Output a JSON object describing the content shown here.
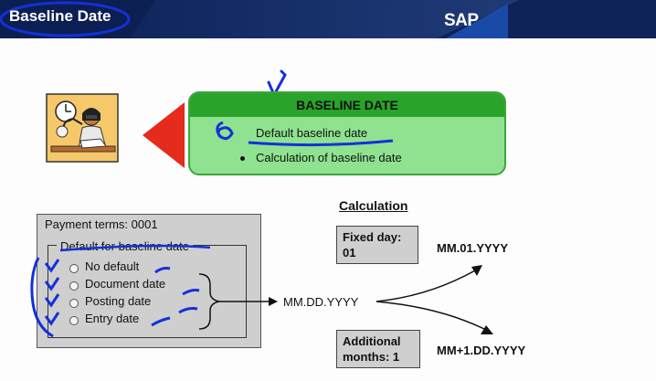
{
  "header": {
    "title": "Baseline Date",
    "logo": "SAP",
    "colors": {
      "header_dark": "#0a1e54",
      "header_mid": "#24407a",
      "sap_blue": "#1a4aa8"
    }
  },
  "baseline_box": {
    "heading": "BASELINE DATE",
    "items": [
      "Default baseline date",
      "Calculation of baseline date"
    ],
    "colors": {
      "header": "#2aa32a",
      "body": "#8fe28f",
      "arrow": "#e52b1c"
    }
  },
  "payment_terms": {
    "title": "Payment terms: 0001",
    "group_label": "Default for baseline date",
    "options": [
      "No default",
      "Document date",
      "Posting date",
      "Entry date"
    ]
  },
  "calculation": {
    "title": "Calculation",
    "source_format": "MM.DD.YYYY",
    "fixed_day_label": "Fixed day:",
    "fixed_day_value": "01",
    "fixed_day_result": "MM.01.YYYY",
    "additional_months_label": "Additional",
    "additional_months_value": "months: 1",
    "additional_months_result": "MM+1.DD.YYYY"
  },
  "icons": [
    "clock-icon",
    "person-reading-icon",
    "red-arrow-icon",
    "check-mark-icon"
  ],
  "annotation_color": "#1530d8"
}
